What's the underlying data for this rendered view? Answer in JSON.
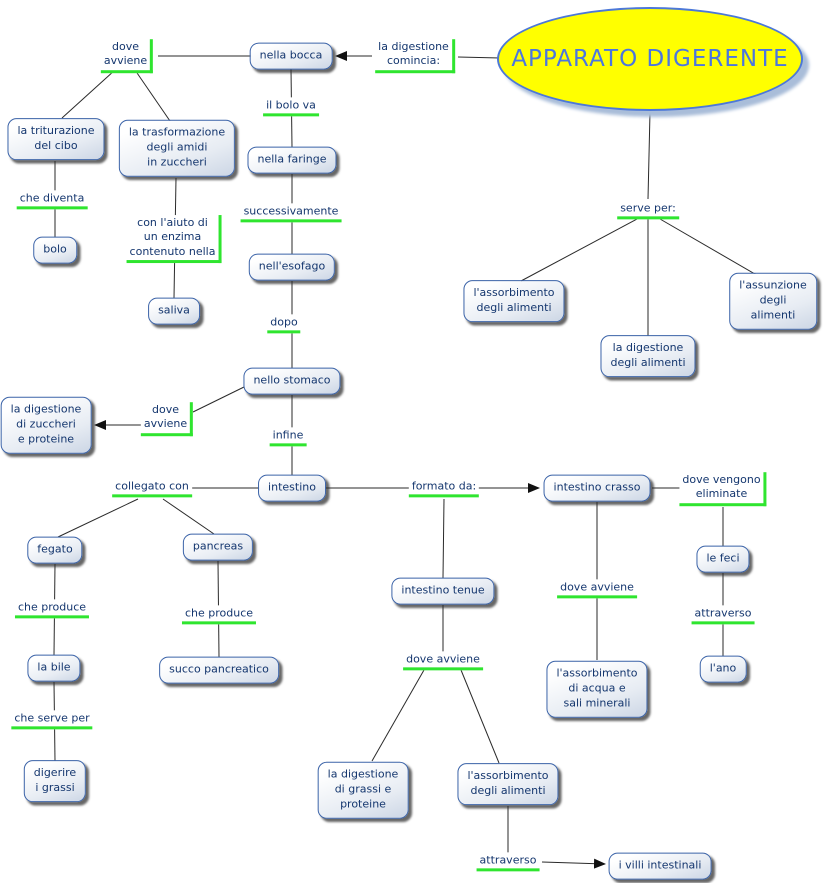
{
  "title": {
    "text": "APPARATO DIGERENTE"
  },
  "colors": {
    "node_border": "#3b63a8",
    "node_text": "#14366e",
    "link_underline": "#2fe52f",
    "ellipse_fill": "#ffff00",
    "ellipse_border": "#4c78d8",
    "title_text": "#4b76e0",
    "connector": "#2a2a2a"
  },
  "nodes": [
    {
      "id": "nella-bocca",
      "label": "nella bocca"
    },
    {
      "id": "la-triturazione",
      "label": "la triturazione\ndel cibo"
    },
    {
      "id": "la-trasformazione",
      "label": "la trasformazione\ndegli amidi\nin zuccheri"
    },
    {
      "id": "bolo",
      "label": "bolo"
    },
    {
      "id": "saliva",
      "label": "saliva"
    },
    {
      "id": "nella-faringe",
      "label": "nella faringe"
    },
    {
      "id": "nell-esofago",
      "label": "nell'esofago"
    },
    {
      "id": "nello-stomaco",
      "label": "nello stomaco"
    },
    {
      "id": "digestione-zuccheri-proteine",
      "label": "la digestione\ndi zuccheri\ne proteine"
    },
    {
      "id": "intestino",
      "label": "intestino"
    },
    {
      "id": "fegato",
      "label": "fegato"
    },
    {
      "id": "pancreas",
      "label": "pancreas"
    },
    {
      "id": "la-bile",
      "label": "la bile"
    },
    {
      "id": "succo-pancreatico",
      "label": "succo pancreatico"
    },
    {
      "id": "digerire-i-grassi",
      "label": "digerire\ni grassi"
    },
    {
      "id": "intestino-tenue",
      "label": "intestino tenue"
    },
    {
      "id": "intestino-crasso",
      "label": "intestino crasso"
    },
    {
      "id": "assorbimento-alimenti-alto",
      "label": "l'assorbimento\ndegli alimenti"
    },
    {
      "id": "digestione-alimenti",
      "label": "la digestione\ndegli alimenti"
    },
    {
      "id": "assunzione-alimenti",
      "label": "l'assunzione\ndegli alimenti"
    },
    {
      "id": "le-feci",
      "label": "le feci"
    },
    {
      "id": "l-ano",
      "label": "l'ano"
    },
    {
      "id": "assorbimento-acqua-sali",
      "label": "l'assorbimento\ndi acqua e\nsali minerali"
    },
    {
      "id": "digestione-grassi-proteine",
      "label": "la digestione\ndi grassi e\nproteine"
    },
    {
      "id": "assorbimento-alimenti-basso",
      "label": "l'assorbimento\ndegli alimenti"
    },
    {
      "id": "villi-intestinali",
      "label": "i villi intestinali"
    }
  ],
  "links": [
    {
      "id": "dove-avviene-bocca",
      "text": "dove\navviene"
    },
    {
      "id": "la-digestione-comincia",
      "text": "la digestione\ncomincia:"
    },
    {
      "id": "il-bolo-va",
      "text": "il bolo va"
    },
    {
      "id": "che-diventa",
      "text": "che diventa"
    },
    {
      "id": "con-l-aiuto",
      "text": "con l'aiuto di\nun enzima\ncontenuto nella"
    },
    {
      "id": "successivamente",
      "text": "successivamente"
    },
    {
      "id": "dopo",
      "text": "dopo"
    },
    {
      "id": "serve-per",
      "text": "serve per:"
    },
    {
      "id": "dove-avviene-stomaco",
      "text": "dove\navviene"
    },
    {
      "id": "infine",
      "text": "infine"
    },
    {
      "id": "collegato-con",
      "text": "collegato con"
    },
    {
      "id": "formato-da",
      "text": "formato da:"
    },
    {
      "id": "dove-vengono-eliminate",
      "text": "dove vengono\neliminate"
    },
    {
      "id": "che-produce-fegato",
      "text": "che produce"
    },
    {
      "id": "che-produce-pancreas",
      "text": "che produce"
    },
    {
      "id": "che-serve-per",
      "text": "che serve per"
    },
    {
      "id": "dove-avviene-crasso",
      "text": "dove avviene"
    },
    {
      "id": "attraverso-feci",
      "text": "attraverso"
    },
    {
      "id": "dove-avviene-tenue",
      "text": "dove avviene"
    },
    {
      "id": "attraverso-villi",
      "text": "attraverso"
    }
  ]
}
